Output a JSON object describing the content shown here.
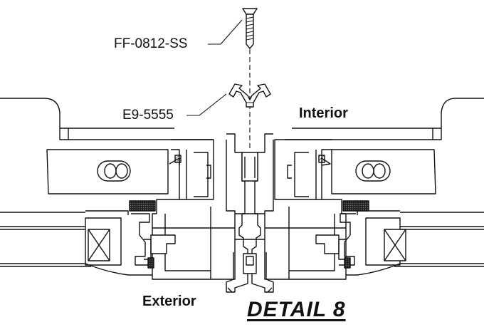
{
  "labels": {
    "fastener": "FF-0812-SS",
    "clip": "E9-5555",
    "interior": "Interior",
    "exterior": "Exterior",
    "detail": "DETAIL 8"
  }
}
